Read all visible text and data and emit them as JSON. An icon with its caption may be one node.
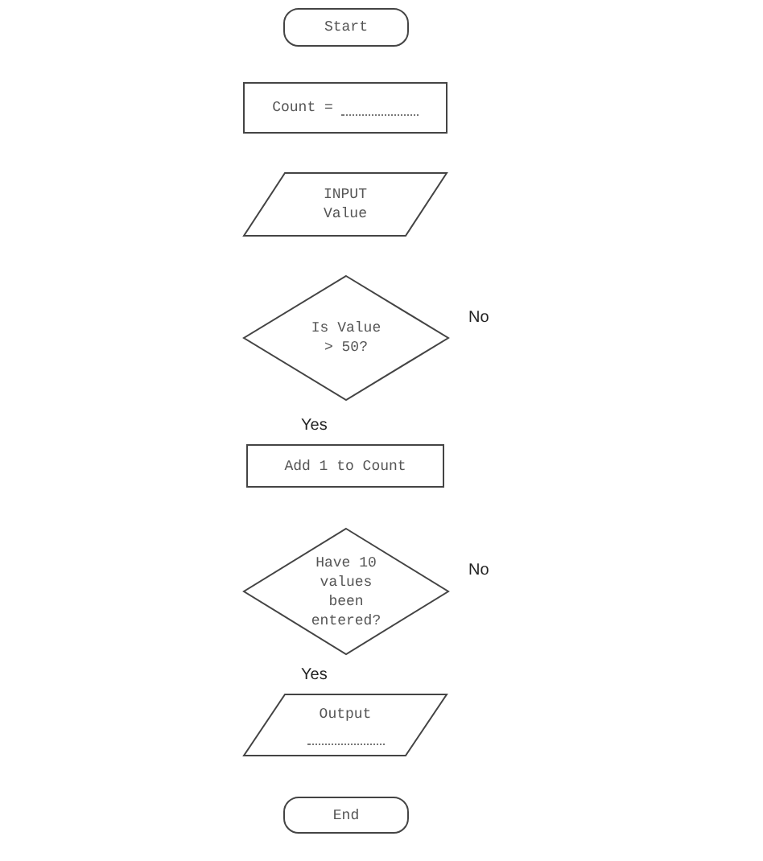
{
  "diagram": {
    "nodes": [
      {
        "text": [
          "Start"
        ]
      },
      {
        "text": [
          "Count ="
        ]
      },
      {
        "text": [
          "INPUT Value"
        ]
      },
      {
        "text": [
          "Is Value > 50?"
        ]
      },
      {
        "text": [
          "Add 1 to Count"
        ]
      },
      {
        "text": [
          "Have 10 values been entered?"
        ]
      },
      {
        "text": [
          "Output"
        ]
      },
      {
        "text": [
          "End"
        ]
      }
    ],
    "labels": [
      "No",
      "Yes",
      "No",
      "Yes"
    ]
  }
}
